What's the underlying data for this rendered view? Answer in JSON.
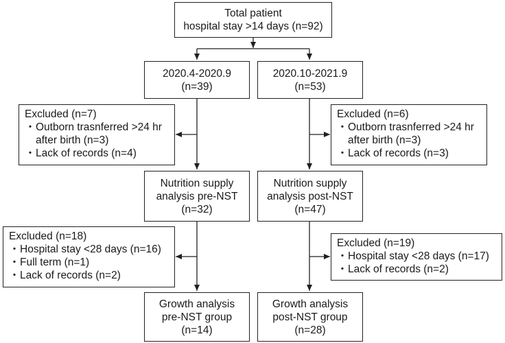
{
  "nodes": {
    "total": [
      "Total patient",
      "hospital stay >14 days (n=92)"
    ],
    "period1": [
      "2020.4-2020.9",
      "(n=39)"
    ],
    "period2": [
      "2020.10-2021.9",
      "(n=53)"
    ],
    "excluded1": {
      "title": "Excluded (n=7)",
      "items": [
        [
          "Outborn trasnferred >24 hr",
          "after birth (n=3)"
        ],
        [
          "Lack of records (n=4)"
        ]
      ]
    },
    "excluded2": {
      "title": "Excluded (n=6)",
      "items": [
        [
          "Outborn trasnferred >24 hr",
          "after birth (n=3)"
        ],
        [
          "Lack of records (n=3)"
        ]
      ]
    },
    "nutrition_pre": [
      "Nutrition supply",
      "analysis pre-NST",
      "(n=32)"
    ],
    "nutrition_post": [
      "Nutrition supply",
      "analysis post-NST",
      "(n=47)"
    ],
    "excluded3": {
      "title": "Excluded (n=18)",
      "items": [
        [
          "Hospital stay <28 days (n=16)"
        ],
        [
          "Full term (n=1)"
        ],
        [
          "Lack of records (n=2)"
        ]
      ]
    },
    "excluded4": {
      "title": "Excluded (n=19)",
      "items": [
        [
          "Hospital stay <28 days (n=17)"
        ],
        [
          "Lack of records (n=2)"
        ]
      ]
    },
    "growth_pre": [
      "Growth analysis",
      "pre-NST group",
      "(n=14)"
    ],
    "growth_post": [
      "Growth analysis",
      "post-NST group",
      "(n=28)"
    ]
  },
  "bullet_glyph": "・"
}
